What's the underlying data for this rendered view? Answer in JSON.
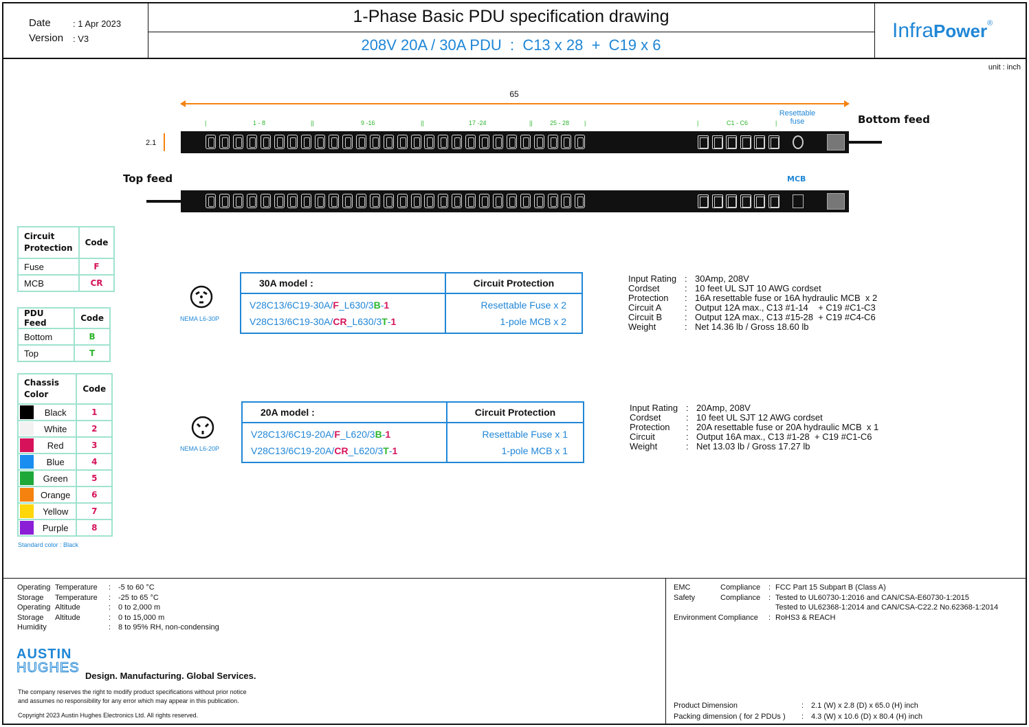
{
  "header": {
    "date_label": "Date",
    "date_value": ": 1 Apr 2023",
    "version_label": "Version",
    "version_value": ": V3",
    "title": "1-Phase Basic PDU specification drawing",
    "subtitle": "208V 20A / 30A PDU  :  C13 x 28  +  C19 x 6",
    "logo_a": "Infra",
    "logo_b": "Power",
    "logo_mark": "®"
  },
  "unit": "unit : inch",
  "drawing": {
    "length": "65",
    "height": "2.1",
    "groups": [
      "1 - 8",
      "9 -16",
      "17 -24",
      "25 - 28",
      "C1 - C6"
    ],
    "resettable": "Resettable",
    "fuse": "fuse",
    "bottom_feed": "Bottom feed",
    "top_feed": "Top feed",
    "mcb": "MCB"
  },
  "legend_protection": {
    "h1": "Circuit Protection",
    "h2": "Code",
    "rows": [
      {
        "name": "Fuse",
        "code": "F"
      },
      {
        "name": "MCB",
        "code": "CR"
      }
    ]
  },
  "legend_feed": {
    "h1": "PDU Feed",
    "h2": "Code",
    "rows": [
      {
        "name": "Bottom",
        "code": "B"
      },
      {
        "name": "Top",
        "code": "T"
      }
    ]
  },
  "legend_color": {
    "h1": "Chassis Color",
    "h2": "Code",
    "rows": [
      {
        "name": "Black",
        "code": "1",
        "color": "#000000"
      },
      {
        "name": "White",
        "code": "2",
        "color": "#f2f2f2"
      },
      {
        "name": "Red",
        "code": "3",
        "color": "#d6135a"
      },
      {
        "name": "Blue",
        "code": "4",
        "color": "#1a8ef0"
      },
      {
        "name": "Green",
        "code": "5",
        "color": "#1fa83a"
      },
      {
        "name": "Orange",
        "code": "6",
        "color": "#f5820f"
      },
      {
        "name": "Yellow",
        "code": "7",
        "color": "#ffd60a"
      },
      {
        "name": "Purple",
        "code": "8",
        "color": "#8a1fd6"
      }
    ],
    "note": "Standard color : Black"
  },
  "model30": {
    "plug": "NEMA L6-30P",
    "title": "30A model :",
    "cp_header": "Circuit Protection",
    "rows": [
      {
        "a": "V28C13/6C19-30A/",
        "b": "F",
        "c": "_L630/3",
        "d": "B",
        "e": "-",
        "f": "1",
        "cp": "Resettable Fuse x 2"
      },
      {
        "a": "V28C13/6C19-30A/",
        "b": "CR",
        "c": "_L630/3",
        "d": "T",
        "e": "-",
        "f": "1",
        "cp": "1-pole MCB x 2"
      }
    ],
    "specs": [
      {
        "k": "Input Rating",
        "v": "30Amp, 208V"
      },
      {
        "k": "Cordset",
        "v": "10 feet UL SJT 10 AWG cordset"
      },
      {
        "k": "Protection",
        "v": "16A resettable fuse or 16A hydraulic MCB  x 2"
      },
      {
        "k": "Circuit A",
        "v": "Output 12A max., C13 #1-14    + C19 #C1-C3"
      },
      {
        "k": "Circuit B",
        "v": "Output 12A max., C13 #15-28  + C19 #C4-C6"
      },
      {
        "k": "Weight",
        "v": "Net 14.36 lb / Gross 18.60 lb"
      }
    ]
  },
  "model20": {
    "plug": "NEMA L6-20P",
    "title": "20A model :",
    "cp_header": "Circuit Protection",
    "rows": [
      {
        "a": "V28C13/6C19-20A/",
        "b": "F",
        "c": "_L620/3",
        "d": "B",
        "e": "-",
        "f": "1",
        "cp": "Resettable Fuse x 1"
      },
      {
        "a": "V28C13/6C19-20A/",
        "b": "CR",
        "c": "_L620/3",
        "d": "T",
        "e": "-",
        "f": "1",
        "cp": "1-pole MCB x 1"
      }
    ],
    "specs": [
      {
        "k": "Input Rating",
        "v": "20Amp, 208V"
      },
      {
        "k": "Cordset",
        "v": "10 feet UL SJT 12 AWG cordset"
      },
      {
        "k": "Protection",
        "v": "20A resettable fuse or 20A hydraulic MCB  x 1"
      },
      {
        "k": "Circuit",
        "v": "Output 16A max., C13 #1-28  + C19 #C1-C6"
      },
      {
        "k": "Weight",
        "v": "Net 13.03 lb / Gross 17.27 lb"
      }
    ]
  },
  "env": [
    {
      "a": "Operating",
      "b": "Temperature",
      "v": "-5 to 60 °C"
    },
    {
      "a": "Storage",
      "b": "Temperature",
      "v": "-25 to 65 °C"
    },
    {
      "a": "Operating",
      "b": "Altitude",
      "v": "0 to 2,000 m"
    },
    {
      "a": "Storage",
      "b": "Altitude",
      "v": "0 to 15,000 m"
    },
    {
      "a": "Humidity",
      "b": "",
      "v": "8 to 95% RH, non-condensing"
    }
  ],
  "compliance": [
    {
      "a": "EMC",
      "b": "Compliance",
      "v": "FCC Part 15 Subpart B (Class A)"
    },
    {
      "a": "Safety",
      "b": "Compliance",
      "v": "Tested to UL60730-1:2016 and CAN/CSA-E60730-1:2015"
    },
    {
      "a": "",
      "b": "",
      "v": "Tested to UL62368-1:2014 and CAN/CSA-C22.2 No.62368-1:2014"
    },
    {
      "a": "Environment Compliance",
      "b": "",
      "v": "RoHS3 & REACH"
    }
  ],
  "dimensions": [
    {
      "k": "Product Dimension",
      "v": "2.1 (W) x 2.8 (D) x 65.0 (H) inch"
    },
    {
      "k": "Packing dimension ( for 2 PDUs )",
      "v": "4.3 (W) x 10.6 (D) x 80.4 (H) inch"
    }
  ],
  "footer": {
    "brand_a": "AUSTIN",
    "brand_b": "HUGHES",
    "tagline": "Design. Manufacturing. Global Services.",
    "disclaimer1": "The company reserves the right to modify product specifications without prior notice",
    "disclaimer2": "and assumes no responsibility for any error which may appear in this publication.",
    "copyright": "Copyright 2023 Austin Hughes Electronics Ltd. All rights reserved."
  }
}
